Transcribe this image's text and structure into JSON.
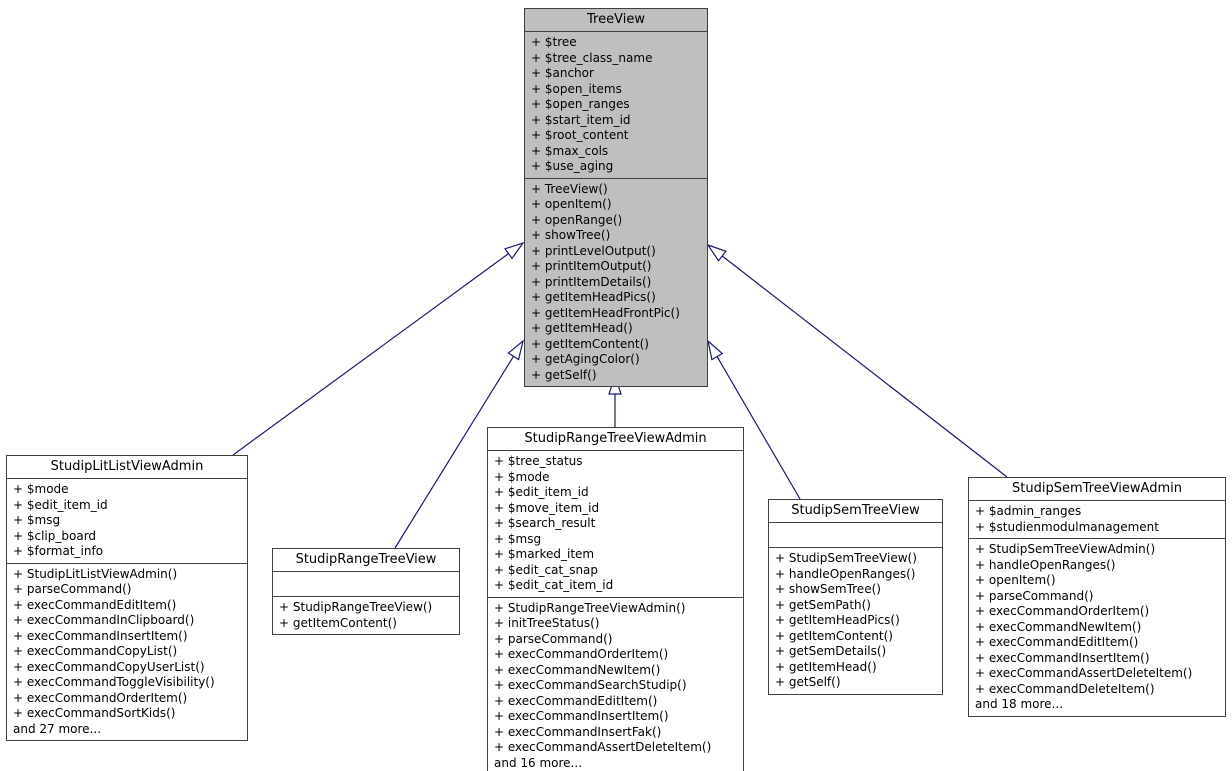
{
  "diagram": {
    "type": "uml-class-inheritance",
    "edge_color": "#191970",
    "highlight_fill": "#bfbfbf",
    "classes": [
      {
        "name": "TreeView",
        "fields": [
          "+ $tree",
          "+ $tree_class_name",
          "+ $anchor",
          "+ $open_items",
          "+ $open_ranges",
          "+ $start_item_id",
          "+ $root_content",
          "+ $max_cols",
          "+ $use_aging"
        ],
        "methods": [
          "+ TreeView()",
          "+ openItem()",
          "+ openRange()",
          "+ showTree()",
          "+ printLevelOutput()",
          "+ printItemOutput()",
          "+ printItemDetails()",
          "+ getItemHeadPics()",
          "+ getItemHeadFrontPic()",
          "+ getItemHead()",
          "+ getItemContent()",
          "+ getAgingColor()",
          "+ getSelf()"
        ]
      },
      {
        "name": "StudipLitListViewAdmin",
        "fields": [
          "+ $mode",
          "+ $edit_item_id",
          "+ $msg",
          "+ $clip_board",
          "+ $format_info"
        ],
        "methods": [
          "+ StudipLitListViewAdmin()",
          "+ parseCommand()",
          "+ execCommandEditItem()",
          "+ execCommandInClipboard()",
          "+ execCommandInsertItem()",
          "+ execCommandCopyList()",
          "+ execCommandCopyUserList()",
          "+ execCommandToggleVisibility()",
          "+ execCommandOrderItem()",
          "+ execCommandSortKids()",
          "and 27 more..."
        ]
      },
      {
        "name": "StudipRangeTreeView",
        "fields": [],
        "methods": [
          "+ StudipRangeTreeView()",
          "+ getItemContent()"
        ]
      },
      {
        "name": "StudipRangeTreeViewAdmin",
        "fields": [
          "+ $tree_status",
          "+ $mode",
          "+ $edit_item_id",
          "+ $move_item_id",
          "+ $search_result",
          "+ $msg",
          "+ $marked_item",
          "+ $edit_cat_snap",
          "+ $edit_cat_item_id"
        ],
        "methods": [
          "+ StudipRangeTreeViewAdmin()",
          "+ initTreeStatus()",
          "+ parseCommand()",
          "+ execCommandOrderItem()",
          "+ execCommandNewItem()",
          "+ execCommandSearchStudip()",
          "+ execCommandEditItem()",
          "+ execCommandInsertItem()",
          "+ execCommandInsertFak()",
          "+ execCommandAssertDeleteItem()",
          "and 16 more..."
        ]
      },
      {
        "name": "StudipSemTreeView",
        "fields": [],
        "methods": [
          "+ StudipSemTreeView()",
          "+ handleOpenRanges()",
          "+ showSemTree()",
          "+ getSemPath()",
          "+ getItemHeadPics()",
          "+ getItemContent()",
          "+ getSemDetails()",
          "+ getItemHead()",
          "+ getSelf()"
        ]
      },
      {
        "name": "StudipSemTreeViewAdmin",
        "fields": [
          "+ $admin_ranges",
          "+ $studienmodulmanagement"
        ],
        "methods": [
          "+ StudipSemTreeViewAdmin()",
          "+ handleOpenRanges()",
          "+ openItem()",
          "+ parseCommand()",
          "+ execCommandOrderItem()",
          "+ execCommandNewItem()",
          "+ execCommandEditItem()",
          "+ execCommandInsertItem()",
          "+ execCommandAssertDeleteItem()",
          "+ execCommandDeleteItem()",
          "and 18 more..."
        ]
      }
    ],
    "edges": [
      {
        "from": "StudipLitListViewAdmin",
        "to": "TreeView"
      },
      {
        "from": "StudipRangeTreeView",
        "to": "TreeView"
      },
      {
        "from": "StudipRangeTreeViewAdmin",
        "to": "TreeView"
      },
      {
        "from": "StudipSemTreeView",
        "to": "TreeView"
      },
      {
        "from": "StudipSemTreeViewAdmin",
        "to": "TreeView"
      }
    ]
  }
}
